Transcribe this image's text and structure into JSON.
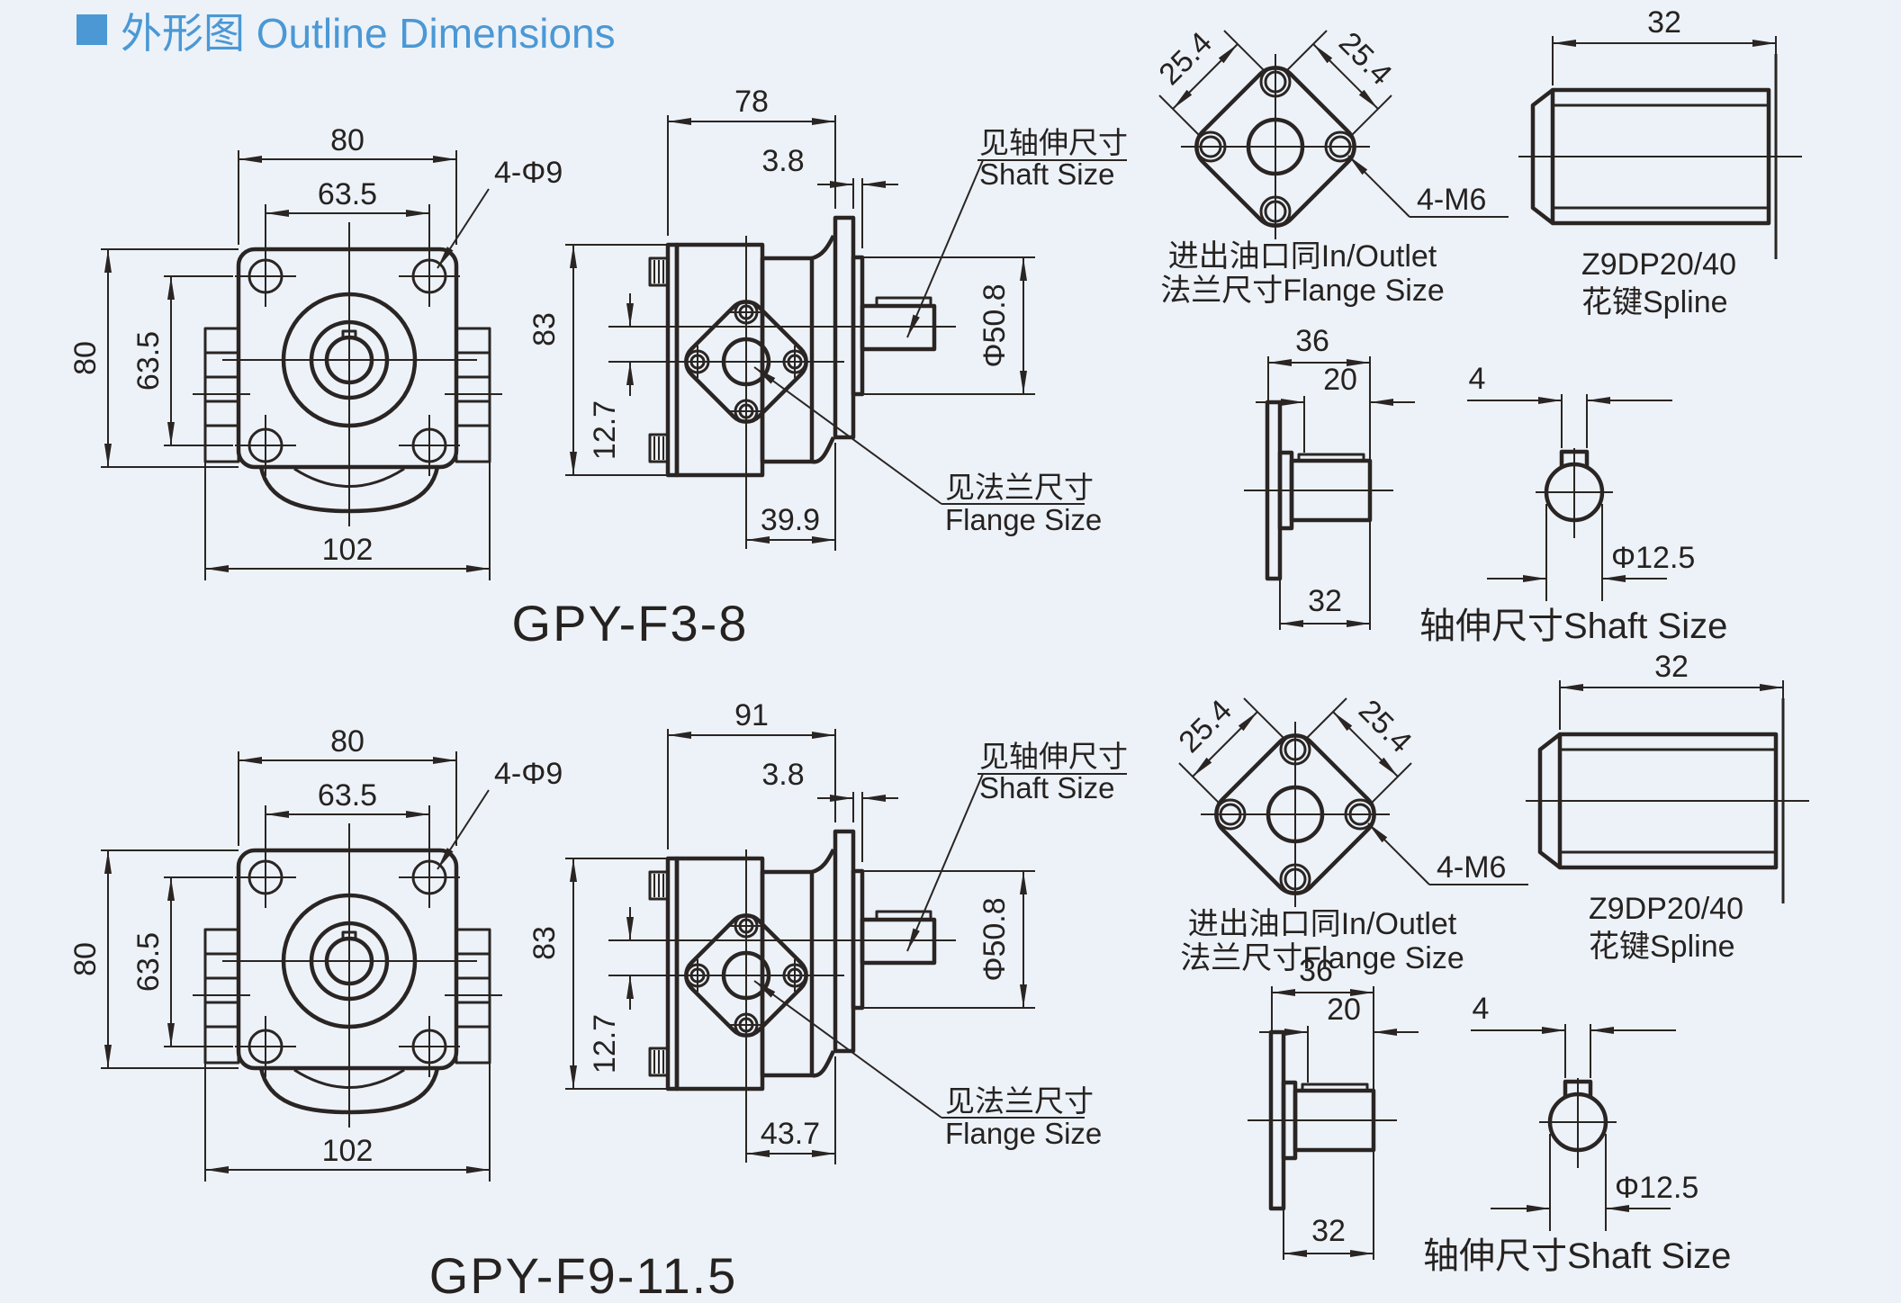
{
  "title": {
    "text": "外形图 Outline Dimensions"
  },
  "colors": {
    "background": "#ecf2f8",
    "line": "#2a2523",
    "accent": "#4b98d5"
  },
  "front": {
    "bolt_square_w": "80",
    "hole_pitch_w": "63.5",
    "bolt_square_h": "80",
    "hole_pitch_h": "63.5",
    "overall_width": "102",
    "holes_note": "4-Φ9"
  },
  "side": {
    "height": "83",
    "center_offset": "12.7",
    "flange_thickness": "3.8",
    "pilot_diameter": "Φ50.8",
    "shaft_ref_zh": "见轴伸尺寸",
    "shaft_ref_en": "Shaft Size",
    "flange_ref_zh": "见法兰尺寸",
    "flange_ref_en": "Flange Size"
  },
  "flange_view": {
    "pitch_left": "25.4",
    "pitch_right": "25.4",
    "holes_note": "4-M6",
    "caption_line1": "进出油口同In/Outlet",
    "caption_line2": "法兰尺寸Flange Size"
  },
  "spline_view": {
    "length": "32",
    "caption_line1": "Z9DP20/40",
    "caption_line2": "花键Spline"
  },
  "shaft_view": {
    "flange_to_end": "36",
    "spline_length": "20",
    "shoulder_to_end": "32",
    "key_width": "4",
    "diameter": "Φ12.5",
    "caption": "轴伸尺寸Shaft Size"
  },
  "pumps": [
    {
      "model": "GPY-F3-8",
      "body_length": "78",
      "center_to_flange": "39.9"
    },
    {
      "model": "GPY-F9-11.5",
      "body_length": "91",
      "center_to_flange": "43.7"
    }
  ]
}
